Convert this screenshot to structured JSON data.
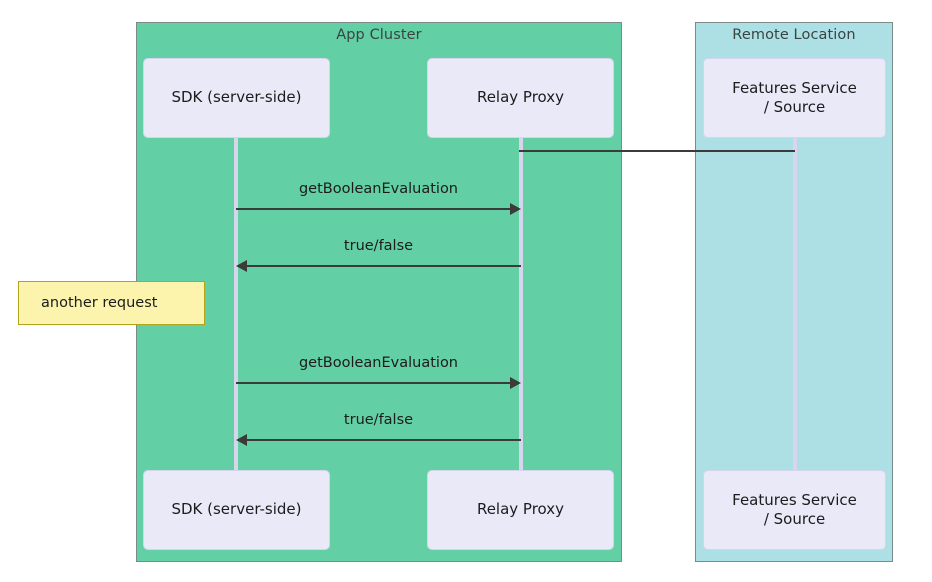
{
  "diagram": {
    "type": "sequence-diagram",
    "groups": [
      {
        "id": "app-cluster",
        "label": "App Cluster",
        "color": "#62cfa4",
        "border": "#7d8a8a"
      },
      {
        "id": "remote-location",
        "label": "Remote Location",
        "color": "#ade0e4",
        "border": "#7d8a8a"
      }
    ],
    "participants": [
      {
        "id": "sdk",
        "label": "SDK (server-side)",
        "group": "app-cluster"
      },
      {
        "id": "relay",
        "label": "Relay Proxy",
        "group": "app-cluster"
      },
      {
        "id": "features",
        "label": "Features Service\n/ Source",
        "group": "remote-location",
        "line1": "Features Service",
        "line2": "/ Source"
      }
    ],
    "messages": [
      {
        "id": "m1",
        "label": "getBooleanEvaluation",
        "from": "sdk",
        "to": "relay",
        "direction": "right"
      },
      {
        "id": "m2",
        "label": "true/false",
        "from": "relay",
        "to": "sdk",
        "direction": "left"
      },
      {
        "id": "m3",
        "label": "getBooleanEvaluation",
        "from": "sdk",
        "to": "relay",
        "direction": "right"
      },
      {
        "id": "m4",
        "label": "true/false",
        "from": "relay",
        "to": "sdk",
        "direction": "left"
      }
    ],
    "connector": {
      "id": "relay-to-features",
      "from": "relay",
      "to": "features"
    },
    "notes": [
      {
        "id": "note-another-request",
        "text": "another request",
        "fill": "#fcf4ac",
        "border": "#b3a41e"
      }
    ]
  }
}
